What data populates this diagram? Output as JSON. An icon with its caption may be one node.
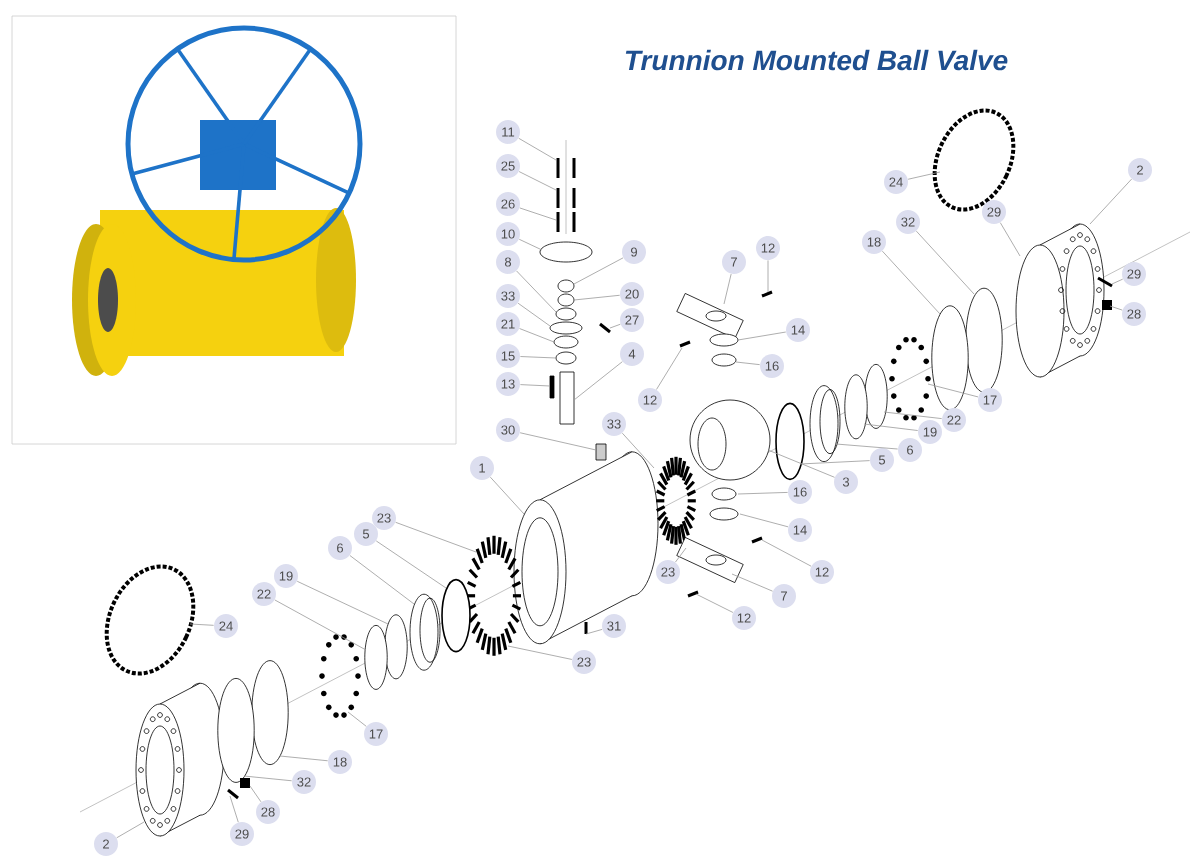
{
  "diagram": {
    "title": "Trunnion Mounted Ball Valve",
    "nodes": [
      {
        "text": [
          "11"
        ]
      },
      {
        "text": [
          "25"
        ]
      },
      {
        "text": [
          "26"
        ]
      },
      {
        "text": [
          "10"
        ]
      },
      {
        "text": [
          "8"
        ]
      },
      {
        "text": [
          "33"
        ]
      },
      {
        "text": [
          "21"
        ]
      },
      {
        "text": [
          "15"
        ]
      },
      {
        "text": [
          "13"
        ]
      },
      {
        "text": [
          "30"
        ]
      },
      {
        "text": [
          "9"
        ]
      },
      {
        "text": [
          "20"
        ]
      },
      {
        "text": [
          "27"
        ]
      },
      {
        "text": [
          "4"
        ]
      },
      {
        "text": [
          "7"
        ]
      },
      {
        "text": [
          "12"
        ]
      },
      {
        "text": [
          "14"
        ]
      },
      {
        "text": [
          "16"
        ]
      },
      {
        "text": [
          "12"
        ]
      },
      {
        "text": [
          "33"
        ]
      },
      {
        "text": [
          "24"
        ]
      },
      {
        "text": [
          "2"
        ]
      },
      {
        "text": [
          "32"
        ]
      },
      {
        "text": [
          "29"
        ]
      },
      {
        "text": [
          "18"
        ]
      },
      {
        "text": [
          "29"
        ]
      },
      {
        "text": [
          "28"
        ]
      },
      {
        "text": [
          "17"
        ]
      },
      {
        "text": [
          "22"
        ]
      },
      {
        "text": [
          "19"
        ]
      },
      {
        "text": [
          "6"
        ]
      },
      {
        "text": [
          "5"
        ]
      },
      {
        "text": [
          "3"
        ]
      },
      {
        "text": [
          "16"
        ]
      },
      {
        "text": [
          "14"
        ]
      },
      {
        "text": [
          "12"
        ]
      },
      {
        "text": [
          "7"
        ]
      },
      {
        "text": [
          "23"
        ]
      },
      {
        "text": [
          "12"
        ]
      },
      {
        "text": [
          "1"
        ]
      },
      {
        "text": [
          "23"
        ]
      },
      {
        "text": [
          "31"
        ]
      },
      {
        "text": [
          "23"
        ]
      },
      {
        "text": [
          "5"
        ]
      },
      {
        "text": [
          "6"
        ]
      },
      {
        "text": [
          "19"
        ]
      },
      {
        "text": [
          "22"
        ]
      },
      {
        "text": [
          "24"
        ]
      },
      {
        "text": [
          "17"
        ]
      },
      {
        "text": [
          "18"
        ]
      },
      {
        "text": [
          "32"
        ]
      },
      {
        "text": [
          "28"
        ]
      },
      {
        "text": [
          "29"
        ]
      },
      {
        "text": [
          "2"
        ]
      },
      {
        "text": [],
        "shape": "bolt"
      },
      {
        "text": [],
        "shape": "bolt"
      },
      {
        "text": [],
        "shape": "bolt"
      },
      {
        "text": [],
        "shape": "plate"
      },
      {
        "text": [],
        "shape": "ring"
      },
      {
        "text": [],
        "shape": "ring"
      },
      {
        "text": [],
        "shape": "ring"
      },
      {
        "text": [],
        "shape": "ring"
      },
      {
        "text": [],
        "shape": "ring"
      },
      {
        "text": [],
        "shape": "ring"
      },
      {
        "text": [],
        "shape": "bar"
      },
      {
        "text": [],
        "shape": "bar"
      },
      {
        "text": [],
        "shape": "pin"
      },
      {
        "text": [],
        "shape": "plug"
      },
      {
        "text": [],
        "shape": "plate"
      },
      {
        "text": [],
        "shape": "pin"
      },
      {
        "text": [],
        "shape": "ring"
      },
      {
        "text": [],
        "shape": "ring"
      },
      {
        "text": [],
        "shape": "pin"
      },
      {
        "text": [],
        "shape": "ring"
      },
      {
        "text": [],
        "shape": "ring"
      },
      {
        "text": [],
        "shape": "flange"
      },
      {
        "text": [],
        "shape": "ring"
      },
      {
        "text": [],
        "shape": "ring"
      },
      {
        "text": [],
        "shape": "pin"
      },
      {
        "text": [],
        "shape": "nut"
      },
      {
        "text": [],
        "shape": "ring"
      },
      {
        "text": [],
        "shape": "ring"
      },
      {
        "text": [],
        "shape": "ring"
      },
      {
        "text": [],
        "shape": "ring"
      },
      {
        "text": [],
        "shape": "ring"
      },
      {
        "text": [],
        "shape": "ball"
      },
      {
        "text": [],
        "shape": "ring"
      },
      {
        "text": [],
        "shape": "ring"
      },
      {
        "text": [],
        "shape": "pin"
      },
      {
        "text": [],
        "shape": "plate"
      },
      {
        "text": [],
        "shape": "pin"
      },
      {
        "text": [],
        "shape": "cylinder"
      },
      {
        "text": [],
        "shape": "ring"
      },
      {
        "text": [],
        "shape": "pin"
      },
      {
        "text": [],
        "shape": "ring"
      },
      {
        "text": [],
        "shape": "ring"
      },
      {
        "text": [],
        "shape": "ring"
      },
      {
        "text": [],
        "shape": "ring"
      },
      {
        "text": [],
        "shape": "ring"
      },
      {
        "text": [],
        "shape": "ring"
      },
      {
        "text": [],
        "shape": "ring"
      },
      {
        "text": [],
        "shape": "ring"
      },
      {
        "text": [],
        "shape": "nut"
      },
      {
        "text": [],
        "shape": "pin"
      },
      {
        "text": [],
        "shape": "flange"
      }
    ],
    "edges": [
      {
        "from": 0,
        "to": 54,
        "arrow": "none"
      },
      {
        "from": 1,
        "to": 55,
        "arrow": "none"
      },
      {
        "from": 2,
        "to": 56,
        "arrow": "none"
      },
      {
        "from": 3,
        "to": 57,
        "arrow": "none"
      },
      {
        "from": 4,
        "to": 60,
        "arrow": "none"
      },
      {
        "from": 5,
        "to": 61,
        "arrow": "none"
      },
      {
        "from": 6,
        "to": 62,
        "arrow": "none"
      },
      {
        "from": 7,
        "to": 63,
        "arrow": "none"
      },
      {
        "from": 8,
        "to": 65,
        "arrow": "none"
      },
      {
        "from": 9,
        "to": 67,
        "arrow": "none"
      },
      {
        "from": 10,
        "to": 58,
        "arrow": "none"
      },
      {
        "from": 11,
        "to": 59,
        "arrow": "none"
      },
      {
        "from": 12,
        "to": 66,
        "arrow": "none"
      },
      {
        "from": 13,
        "to": 64,
        "arrow": "none"
      },
      {
        "from": 14,
        "to": 68,
        "arrow": "none"
      },
      {
        "from": 15,
        "to": 69,
        "arrow": "none"
      },
      {
        "from": 16,
        "to": 70,
        "arrow": "none"
      },
      {
        "from": 17,
        "to": 71,
        "arrow": "none"
      },
      {
        "from": 18,
        "to": 72,
        "arrow": "none"
      },
      {
        "from": 19,
        "to": 73,
        "arrow": "none"
      },
      {
        "from": 20,
        "to": 74,
        "arrow": "none"
      },
      {
        "from": 21,
        "to": 75,
        "arrow": "none"
      },
      {
        "from": 22,
        "to": 76,
        "arrow": "none"
      },
      {
        "from": 23,
        "to": 75,
        "arrow": "none"
      },
      {
        "from": 24,
        "to": 77,
        "arrow": "none"
      },
      {
        "from": 25,
        "to": 78,
        "arrow": "none"
      },
      {
        "from": 26,
        "to": 79,
        "arrow": "none"
      },
      {
        "from": 27,
        "to": 80,
        "arrow": "none"
      },
      {
        "from": 28,
        "to": 81,
        "arrow": "none"
      },
      {
        "from": 29,
        "to": 82,
        "arrow": "none"
      },
      {
        "from": 30,
        "to": 83,
        "arrow": "none"
      },
      {
        "from": 31,
        "to": 84,
        "arrow": "none"
      },
      {
        "from": 32,
        "to": 85,
        "arrow": "none"
      },
      {
        "from": 33,
        "to": 86,
        "arrow": "none"
      },
      {
        "from": 34,
        "to": 87,
        "arrow": "none"
      },
      {
        "from": 35,
        "to": 88,
        "arrow": "none"
      },
      {
        "from": 36,
        "to": 89,
        "arrow": "none"
      },
      {
        "from": 37,
        "to": 73,
        "arrow": "none"
      },
      {
        "from": 38,
        "to": 90,
        "arrow": "none"
      },
      {
        "from": 39,
        "to": 91,
        "arrow": "none"
      },
      {
        "from": 40,
        "to": 92,
        "arrow": "none"
      },
      {
        "from": 41,
        "to": 93,
        "arrow": "none"
      },
      {
        "from": 42,
        "to": 92,
        "arrow": "none"
      },
      {
        "from": 43,
        "to": 94,
        "arrow": "none"
      },
      {
        "from": 44,
        "to": 95,
        "arrow": "none"
      },
      {
        "from": 45,
        "to": 96,
        "arrow": "none"
      },
      {
        "from": 46,
        "to": 97,
        "arrow": "none"
      },
      {
        "from": 47,
        "to": 98,
        "arrow": "none"
      },
      {
        "from": 48,
        "to": 99,
        "arrow": "none"
      },
      {
        "from": 49,
        "to": 100,
        "arrow": "none"
      },
      {
        "from": 50,
        "to": 101,
        "arrow": "none"
      },
      {
        "from": 51,
        "to": 102,
        "arrow": "none"
      },
      {
        "from": 52,
        "to": 103,
        "arrow": "none"
      },
      {
        "from": 53,
        "to": 104,
        "arrow": "none"
      }
    ]
  }
}
